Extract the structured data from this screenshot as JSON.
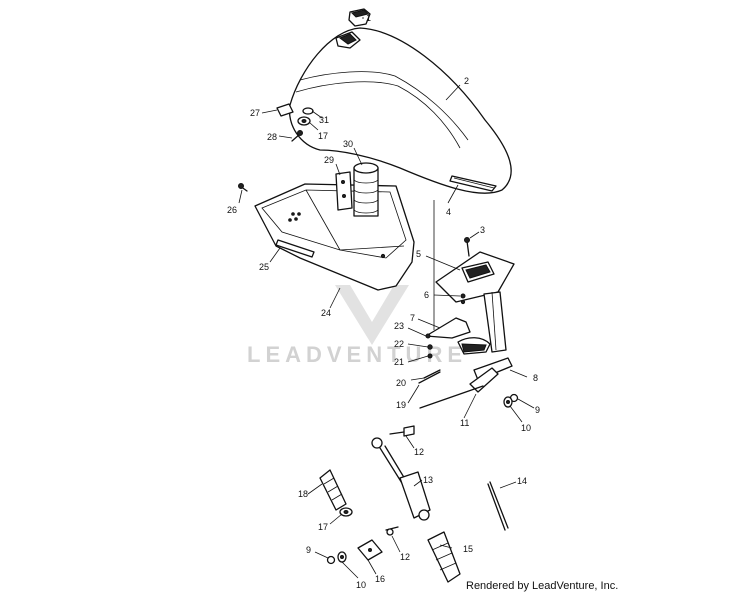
{
  "watermark": "LEADVENTURE",
  "credit": "Rendered by LeadVenture, Inc.",
  "callouts": {
    "c1": "1",
    "c2": "2",
    "c3": "3",
    "c4": "4",
    "c5": "5",
    "c6": "6",
    "c7": "7",
    "c8": "8",
    "c9a": "9",
    "c9b": "9",
    "c10a": "10",
    "c10b": "10",
    "c11": "11",
    "c12a": "12",
    "c12b": "12",
    "c13": "13",
    "c14": "14",
    "c15": "15",
    "c16": "16",
    "c17a": "17",
    "c17b": "17",
    "c18": "18",
    "c19": "19",
    "c20": "20",
    "c21": "21",
    "c22": "22",
    "c23": "23",
    "c24": "24",
    "c25": "25",
    "c26": "26",
    "c27": "27",
    "c28": "28",
    "c29": "29",
    "c30": "30",
    "c31": "31"
  }
}
